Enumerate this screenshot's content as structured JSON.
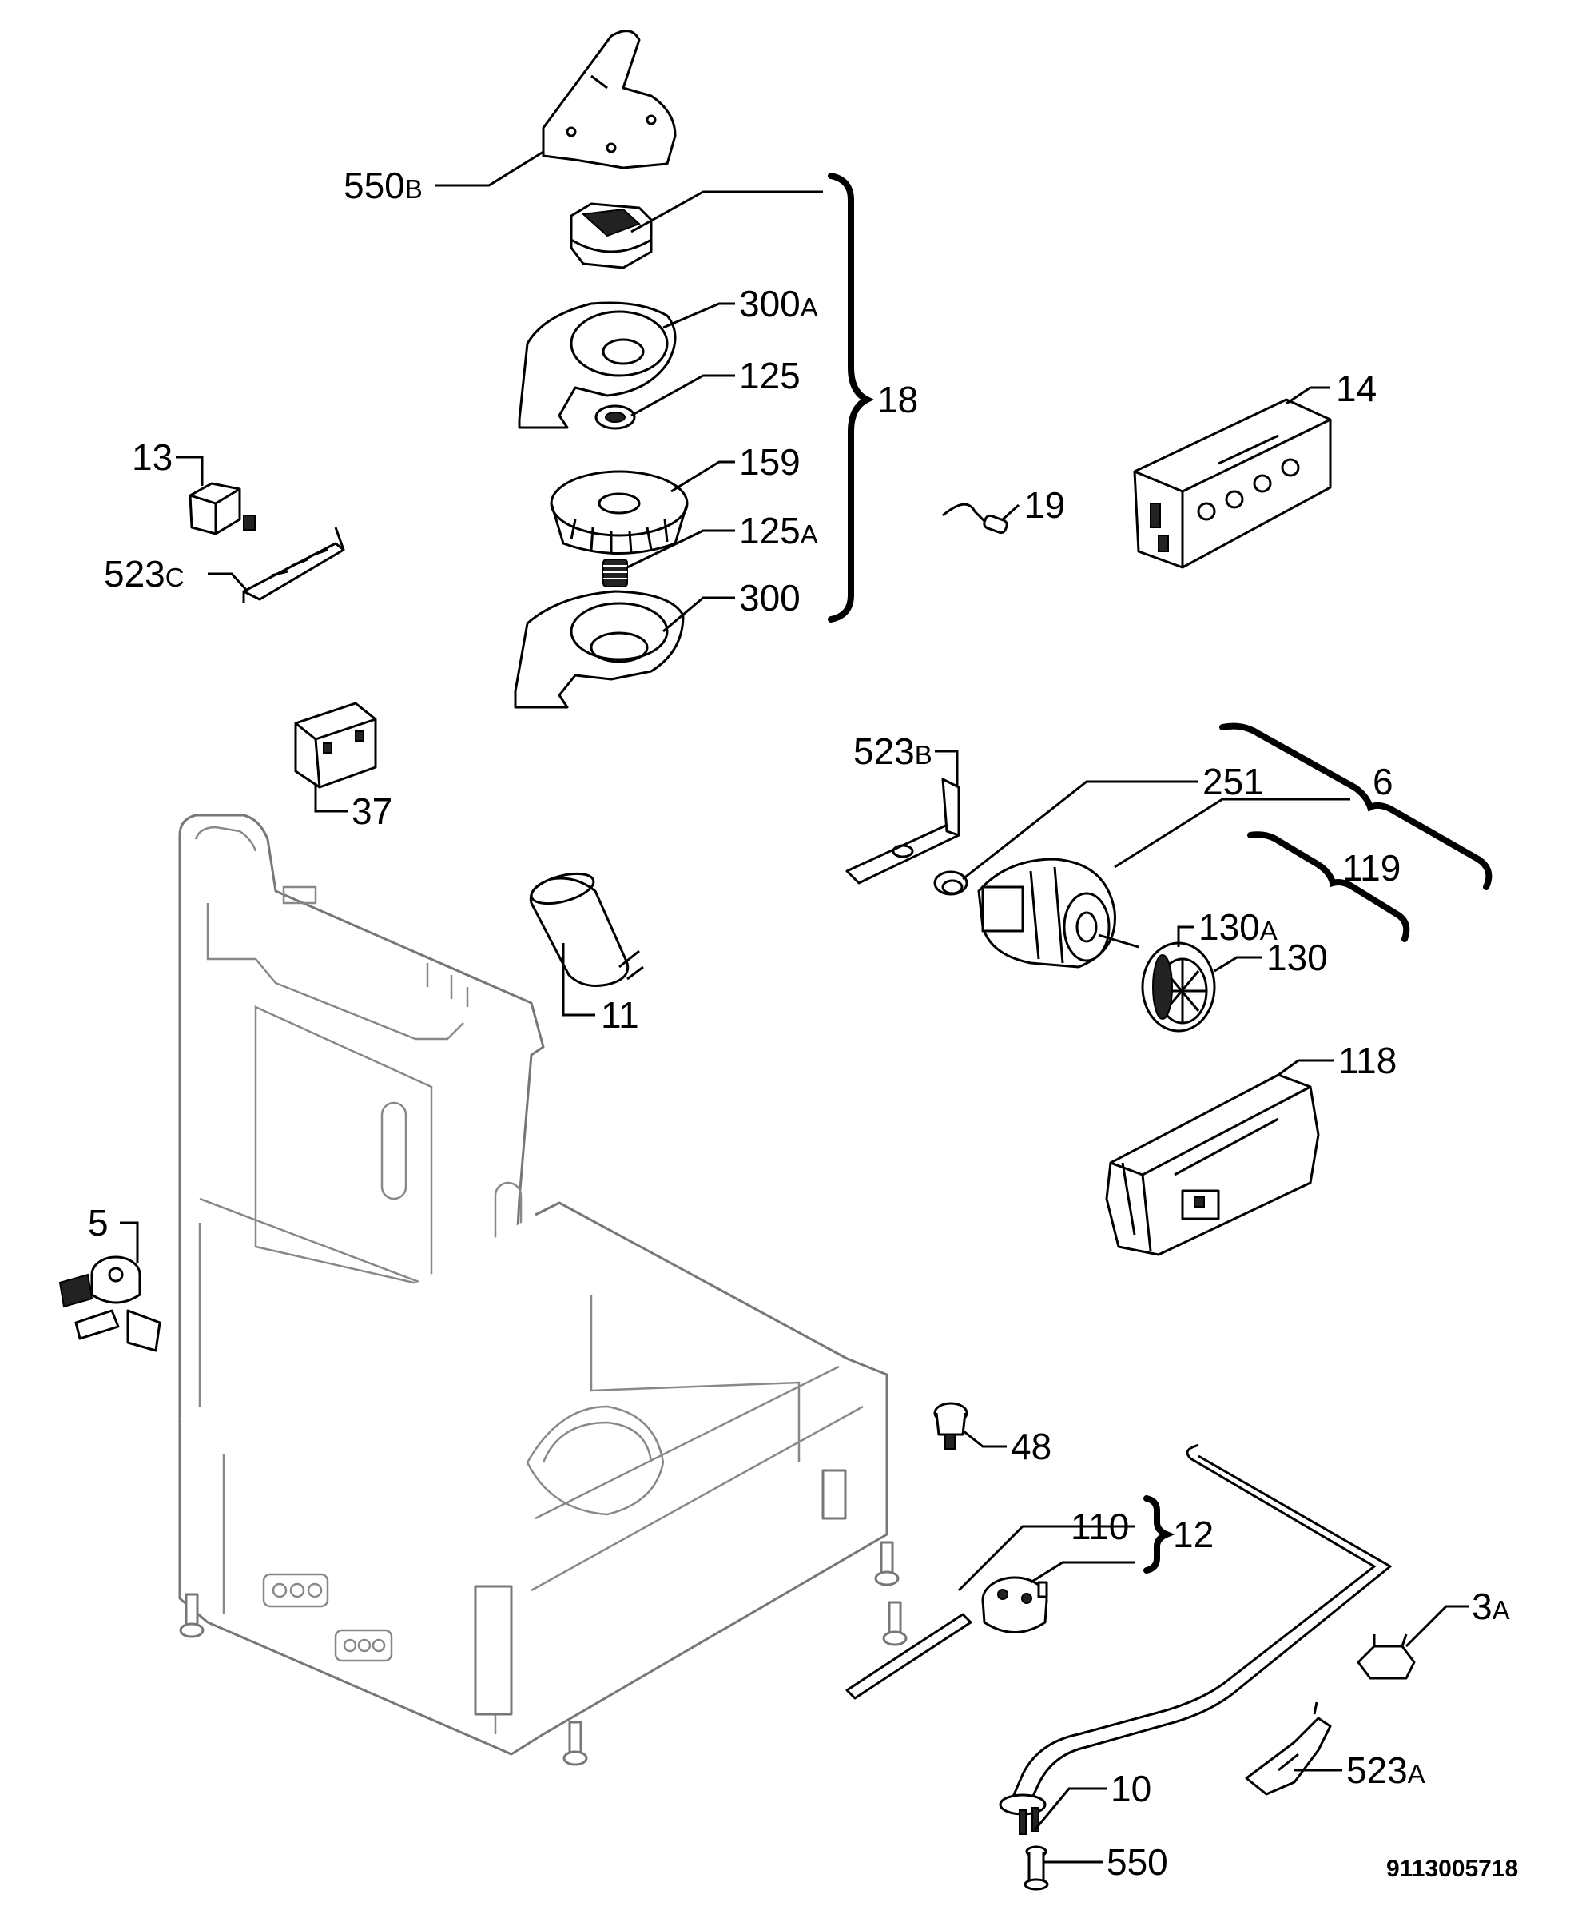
{
  "doc_number": "9113005718",
  "labels": {
    "l550B": {
      "num": "550",
      "suf": "B"
    },
    "l300A": {
      "num": "300",
      "suf": "A"
    },
    "l125": {
      "num": "125",
      "suf": ""
    },
    "l18": {
      "num": "18",
      "suf": ""
    },
    "l159": {
      "num": "159",
      "suf": ""
    },
    "l125A": {
      "num": "125",
      "suf": "A"
    },
    "l300": {
      "num": "300",
      "suf": ""
    },
    "l13": {
      "num": "13",
      "suf": ""
    },
    "l523C": {
      "num": "523",
      "suf": "C"
    },
    "l14": {
      "num": "14",
      "suf": ""
    },
    "l19": {
      "num": "19",
      "suf": ""
    },
    "l37": {
      "num": "37",
      "suf": ""
    },
    "l523B": {
      "num": "523",
      "suf": "B"
    },
    "l251": {
      "num": "251",
      "suf": ""
    },
    "l6": {
      "num": "6",
      "suf": ""
    },
    "l119": {
      "num": "119",
      "suf": ""
    },
    "l130A": {
      "num": "130",
      "suf": "A"
    },
    "l130": {
      "num": "130",
      "suf": ""
    },
    "l11": {
      "num": "11",
      "suf": ""
    },
    "l118": {
      "num": "118",
      "suf": ""
    },
    "l5": {
      "num": "5",
      "suf": ""
    },
    "l48": {
      "num": "48",
      "suf": ""
    },
    "l110": {
      "num": "110",
      "suf": ""
    },
    "l12": {
      "num": "12",
      "suf": ""
    },
    "l3A": {
      "num": "3",
      "suf": "A"
    },
    "l523A": {
      "num": "523",
      "suf": "A"
    },
    "l10": {
      "num": "10",
      "suf": ""
    },
    "l550": {
      "num": "550",
      "suf": ""
    }
  }
}
